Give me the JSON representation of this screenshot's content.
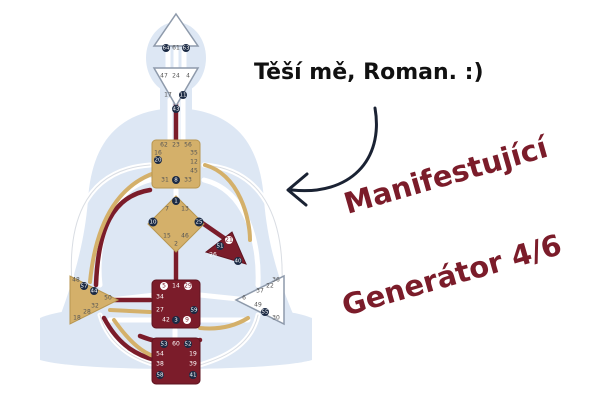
{
  "greeting": "Těší mě, Roman. :)",
  "type_line1": "Manifestující",
  "type_line2": "Generátor 4/6",
  "colors": {
    "accent": "#7b1c2a",
    "gold": "#d4b06a",
    "body_silhouette": "#dde7f4",
    "white_center": "#ffffff",
    "outline": "#8e9aab"
  },
  "icons": [
    "curved-arrow-icon",
    "bodygraph-icon",
    "body-silhouette-icon"
  ],
  "centers": {
    "head": {
      "gates": [
        "64",
        "61",
        "63"
      ]
    },
    "ajna": {
      "gates": [
        "47",
        "24",
        "4",
        "17",
        "11",
        "43"
      ]
    },
    "throat": {
      "gates": [
        "62",
        "23",
        "56",
        "16",
        "35",
        "12",
        "45",
        "20",
        "31",
        "8",
        "33"
      ]
    },
    "g": {
      "gates": [
        "1",
        "7",
        "13",
        "10",
        "25",
        "15",
        "46",
        "2"
      ]
    },
    "heart": {
      "gates": [
        "21",
        "51",
        "26",
        "40"
      ]
    },
    "spleen": {
      "gates": [
        "48",
        "57",
        "44",
        "50",
        "32",
        "28",
        "18"
      ]
    },
    "solar_plexus": {
      "gates": [
        "36",
        "22",
        "37",
        "6",
        "49",
        "55",
        "30"
      ]
    },
    "sacral": {
      "gates": [
        "5",
        "14",
        "29",
        "34",
        "27",
        "59",
        "42",
        "3",
        "9"
      ]
    },
    "root": {
      "gates": [
        "53",
        "60",
        "52",
        "54",
        "19",
        "38",
        "39",
        "58",
        "41"
      ]
    }
  }
}
